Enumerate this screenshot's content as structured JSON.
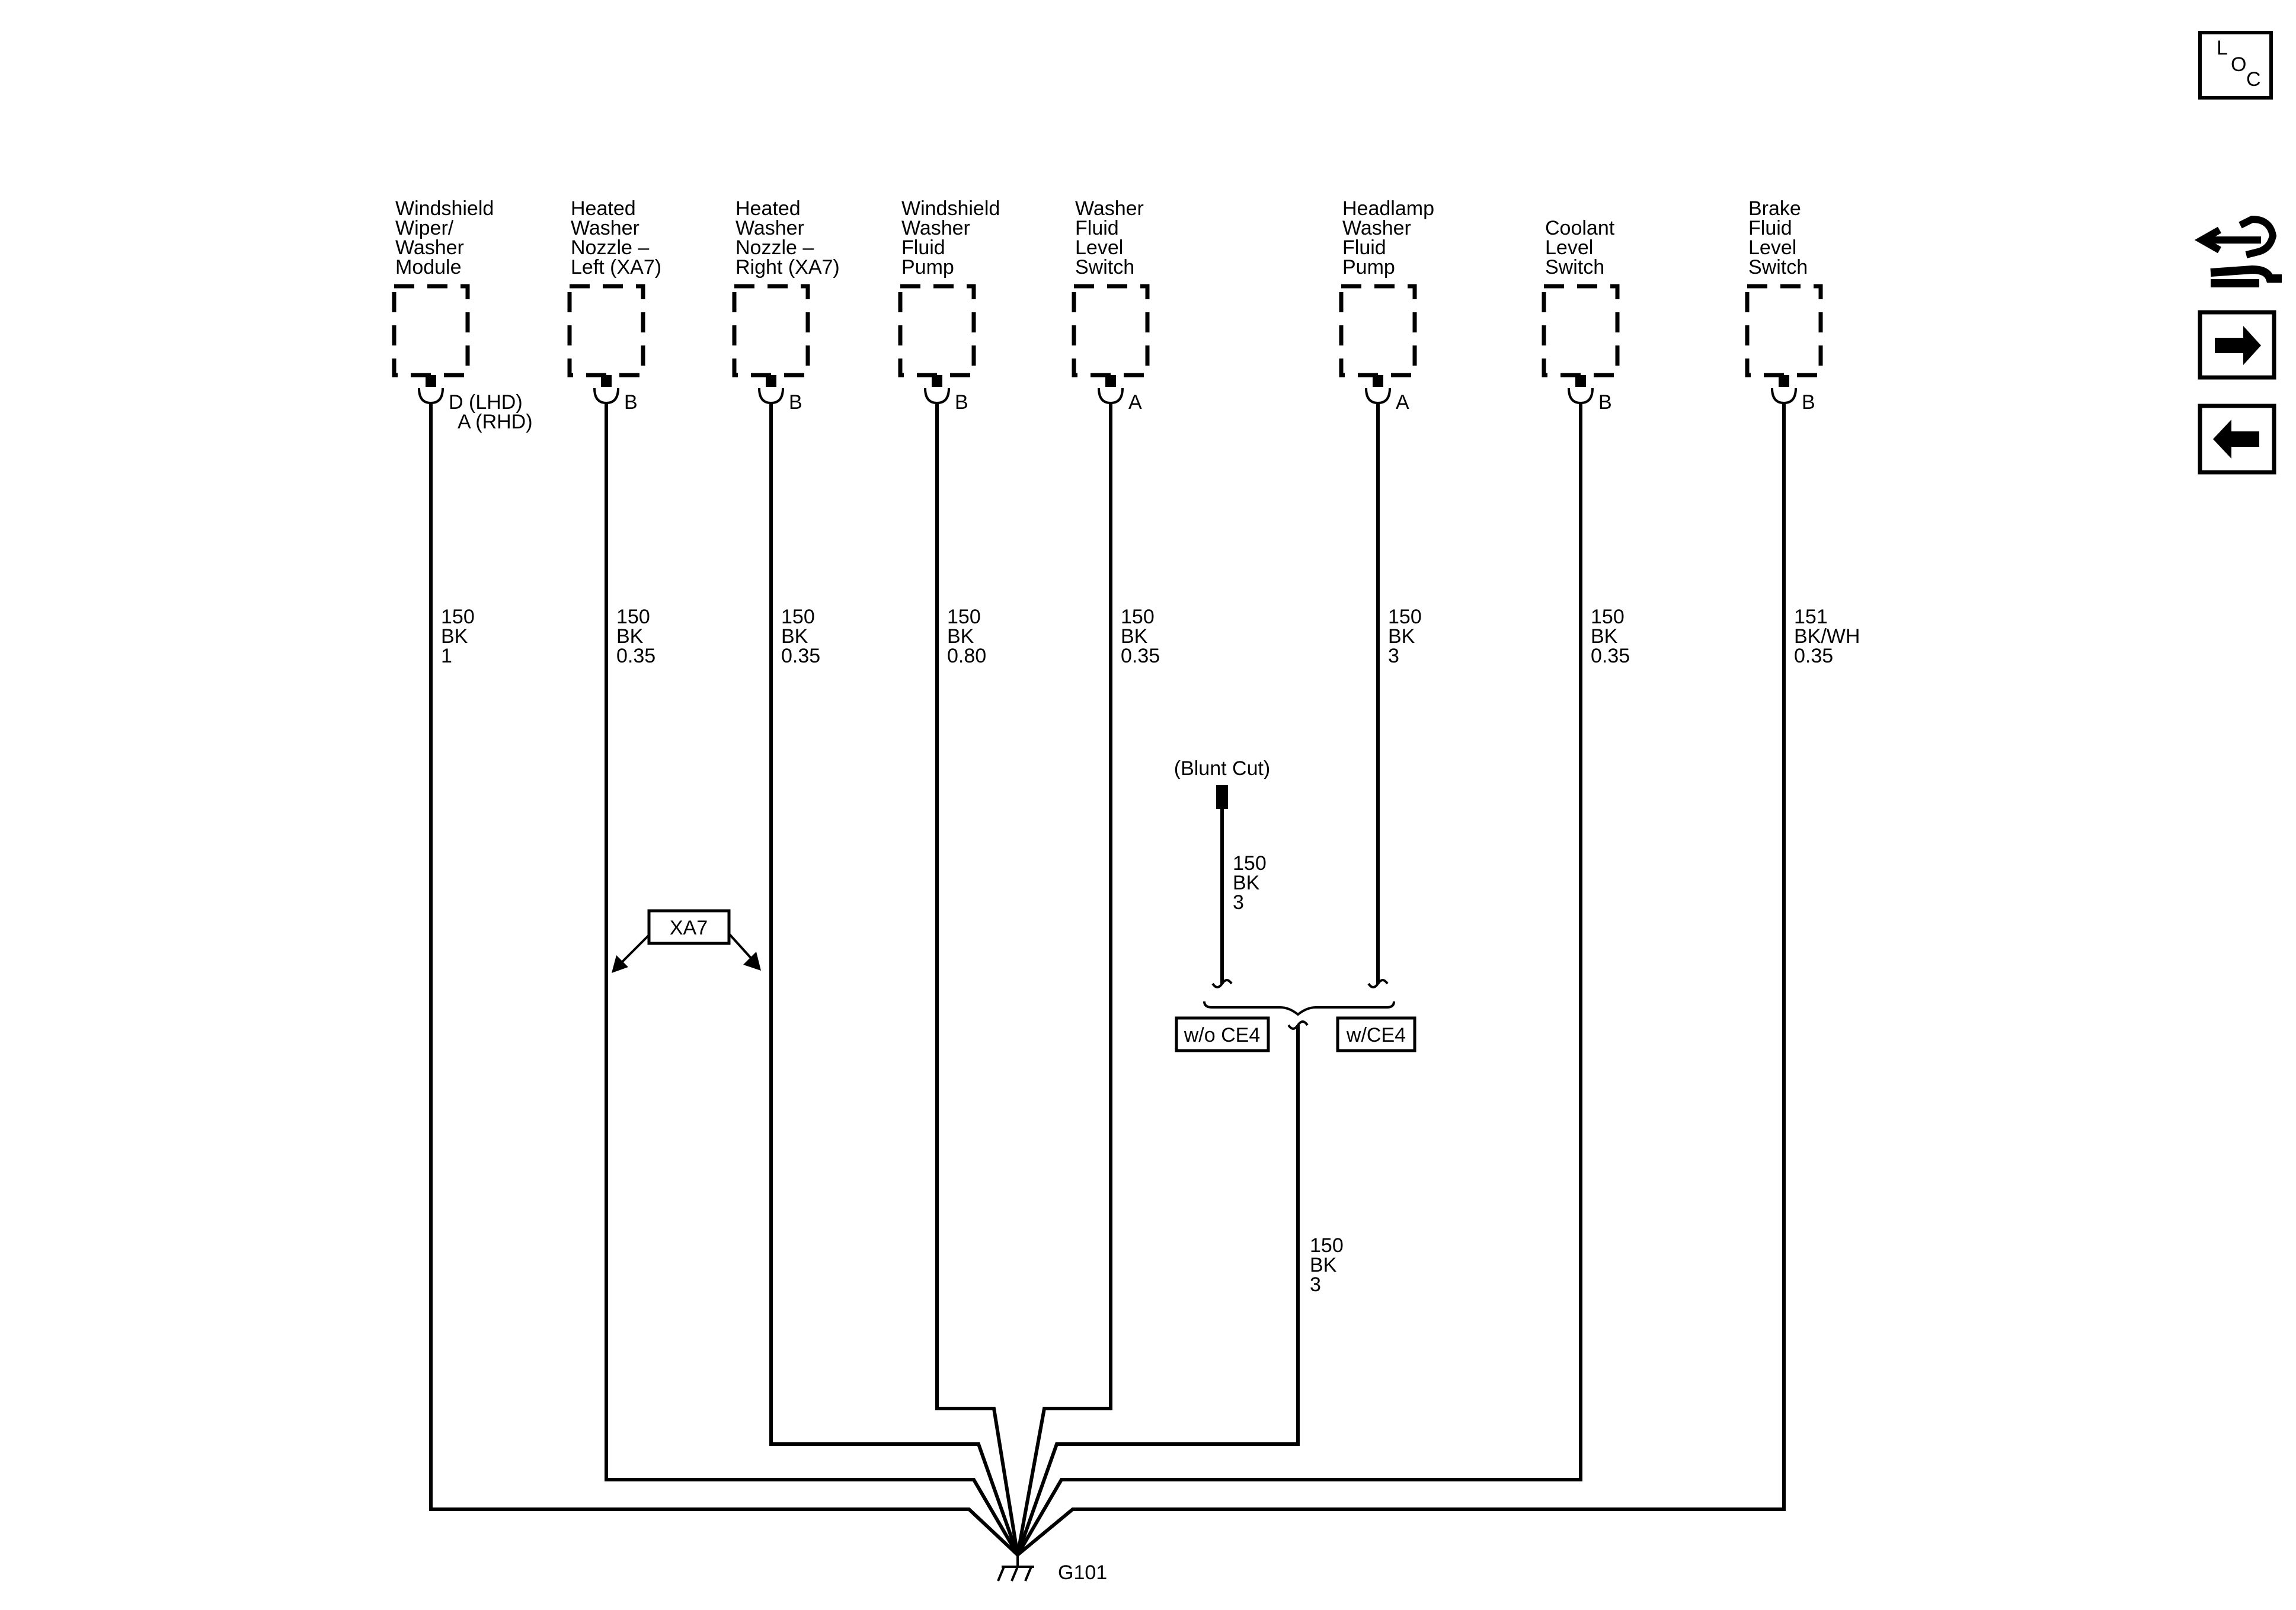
{
  "nav": {
    "loc_letters": [
      "L",
      "O",
      "C"
    ],
    "icons": [
      "loc-icon",
      "connector-swap-icon",
      "arrow-right-icon",
      "arrow-left-icon"
    ]
  },
  "components": [
    {
      "lines": [
        "Windshield",
        "Wiper/",
        "Washer",
        "Module"
      ],
      "pin": [
        "D (LHD)",
        "A (RHD)"
      ],
      "wire": [
        "150",
        "BK",
        "1"
      ]
    },
    {
      "lines": [
        "Heated",
        "Washer",
        "Nozzle –",
        "Left (XA7)"
      ],
      "pin": [
        "B"
      ],
      "wire": [
        "150",
        "BK",
        "0.35"
      ]
    },
    {
      "lines": [
        "Heated",
        "Washer",
        "Nozzle –",
        "Right (XA7)"
      ],
      "pin": [
        "B"
      ],
      "wire": [
        "150",
        "BK",
        "0.35"
      ]
    },
    {
      "lines": [
        "Windshield",
        "Washer",
        "Fluid",
        "Pump"
      ],
      "pin": [
        "B"
      ],
      "wire": [
        "150",
        "BK",
        "0.80"
      ]
    },
    {
      "lines": [
        "Washer",
        "Fluid",
        "Level",
        "Switch"
      ],
      "pin": [
        "A"
      ],
      "wire": [
        "150",
        "BK",
        "0.35"
      ]
    },
    {
      "lines": [
        "Headlamp",
        "Washer",
        "Fluid",
        "Pump"
      ],
      "pin": [
        "A"
      ],
      "wire": [
        "150",
        "BK",
        "3"
      ]
    },
    {
      "lines": [
        "Coolant",
        "Level",
        "Switch"
      ],
      "pin": [
        "B"
      ],
      "wire": [
        "150",
        "BK",
        "0.35"
      ]
    },
    {
      "lines": [
        "Brake",
        "Fluid",
        "Level",
        "Switch"
      ],
      "pin": [
        "B"
      ],
      "wire": [
        "151",
        "BK/WH",
        "0.35"
      ]
    }
  ],
  "option_xa7": "XA7",
  "blunt_cut": "(Blunt Cut)",
  "blunt_wire": [
    "150",
    "BK",
    "3"
  ],
  "option_without": "w/o CE4",
  "option_with": "w/CE4",
  "merged_wire": [
    "150",
    "BK",
    "3"
  ],
  "ground": "G101"
}
